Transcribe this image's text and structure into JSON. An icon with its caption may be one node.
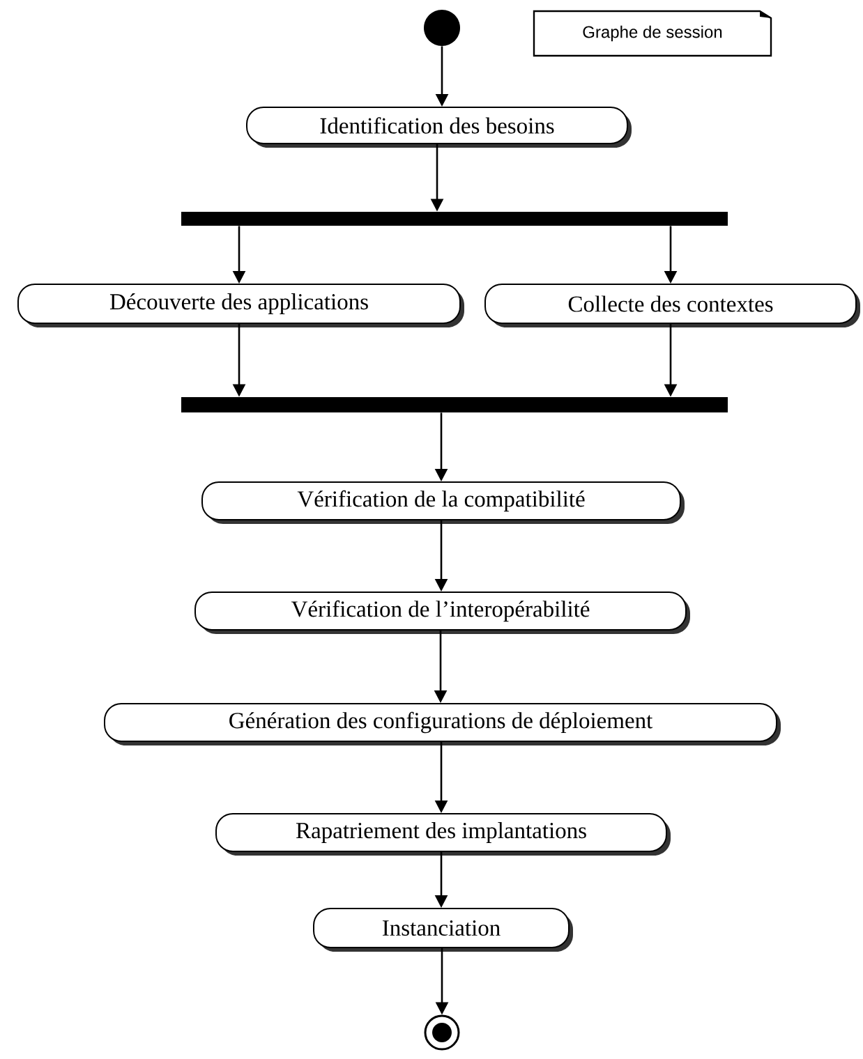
{
  "diagram": {
    "nodes": [
      {
        "text": [],
        "shape": "circle"
      },
      {
        "text": [
          "Graphe de session"
        ]
      },
      {
        "text": [
          "Identification des besoins"
        ]
      },
      {
        "text": [],
        "shape": "bar"
      },
      {
        "text": [
          "Découverte des applications"
        ]
      },
      {
        "text": [
          "Collecte des contextes"
        ]
      },
      {
        "text": [],
        "shape": "bar"
      },
      {
        "text": [
          "Vérification de la compatibilité"
        ]
      },
      {
        "text": [
          "Vérification de l’interopérabilité"
        ]
      },
      {
        "text": [
          "Génération des configurations de déploiement"
        ]
      },
      {
        "text": [
          "Rapatriement des implantations"
        ]
      },
      {
        "text": [
          "Instanciation"
        ]
      },
      {
        "text": [],
        "shape": "bullseye"
      }
    ],
    "edges": [
      {
        "from": 0,
        "to": 2,
        "arrow": "to"
      },
      {
        "from": 2,
        "to": 3,
        "arrow": "to"
      },
      {
        "from": 3,
        "to": 4,
        "arrow": "to"
      },
      {
        "from": 3,
        "to": 5,
        "arrow": "to"
      },
      {
        "from": 4,
        "to": 6,
        "arrow": "to"
      },
      {
        "from": 5,
        "to": 6,
        "arrow": "to"
      },
      {
        "from": 6,
        "to": 7,
        "arrow": "to"
      },
      {
        "from": 7,
        "to": 8,
        "arrow": "to"
      },
      {
        "from": 8,
        "to": 9,
        "arrow": "to"
      },
      {
        "from": 9,
        "to": 10,
        "arrow": "to"
      },
      {
        "from": 10,
        "to": 11,
        "arrow": "to"
      },
      {
        "from": 11,
        "to": 12,
        "arrow": "to"
      }
    ]
  }
}
